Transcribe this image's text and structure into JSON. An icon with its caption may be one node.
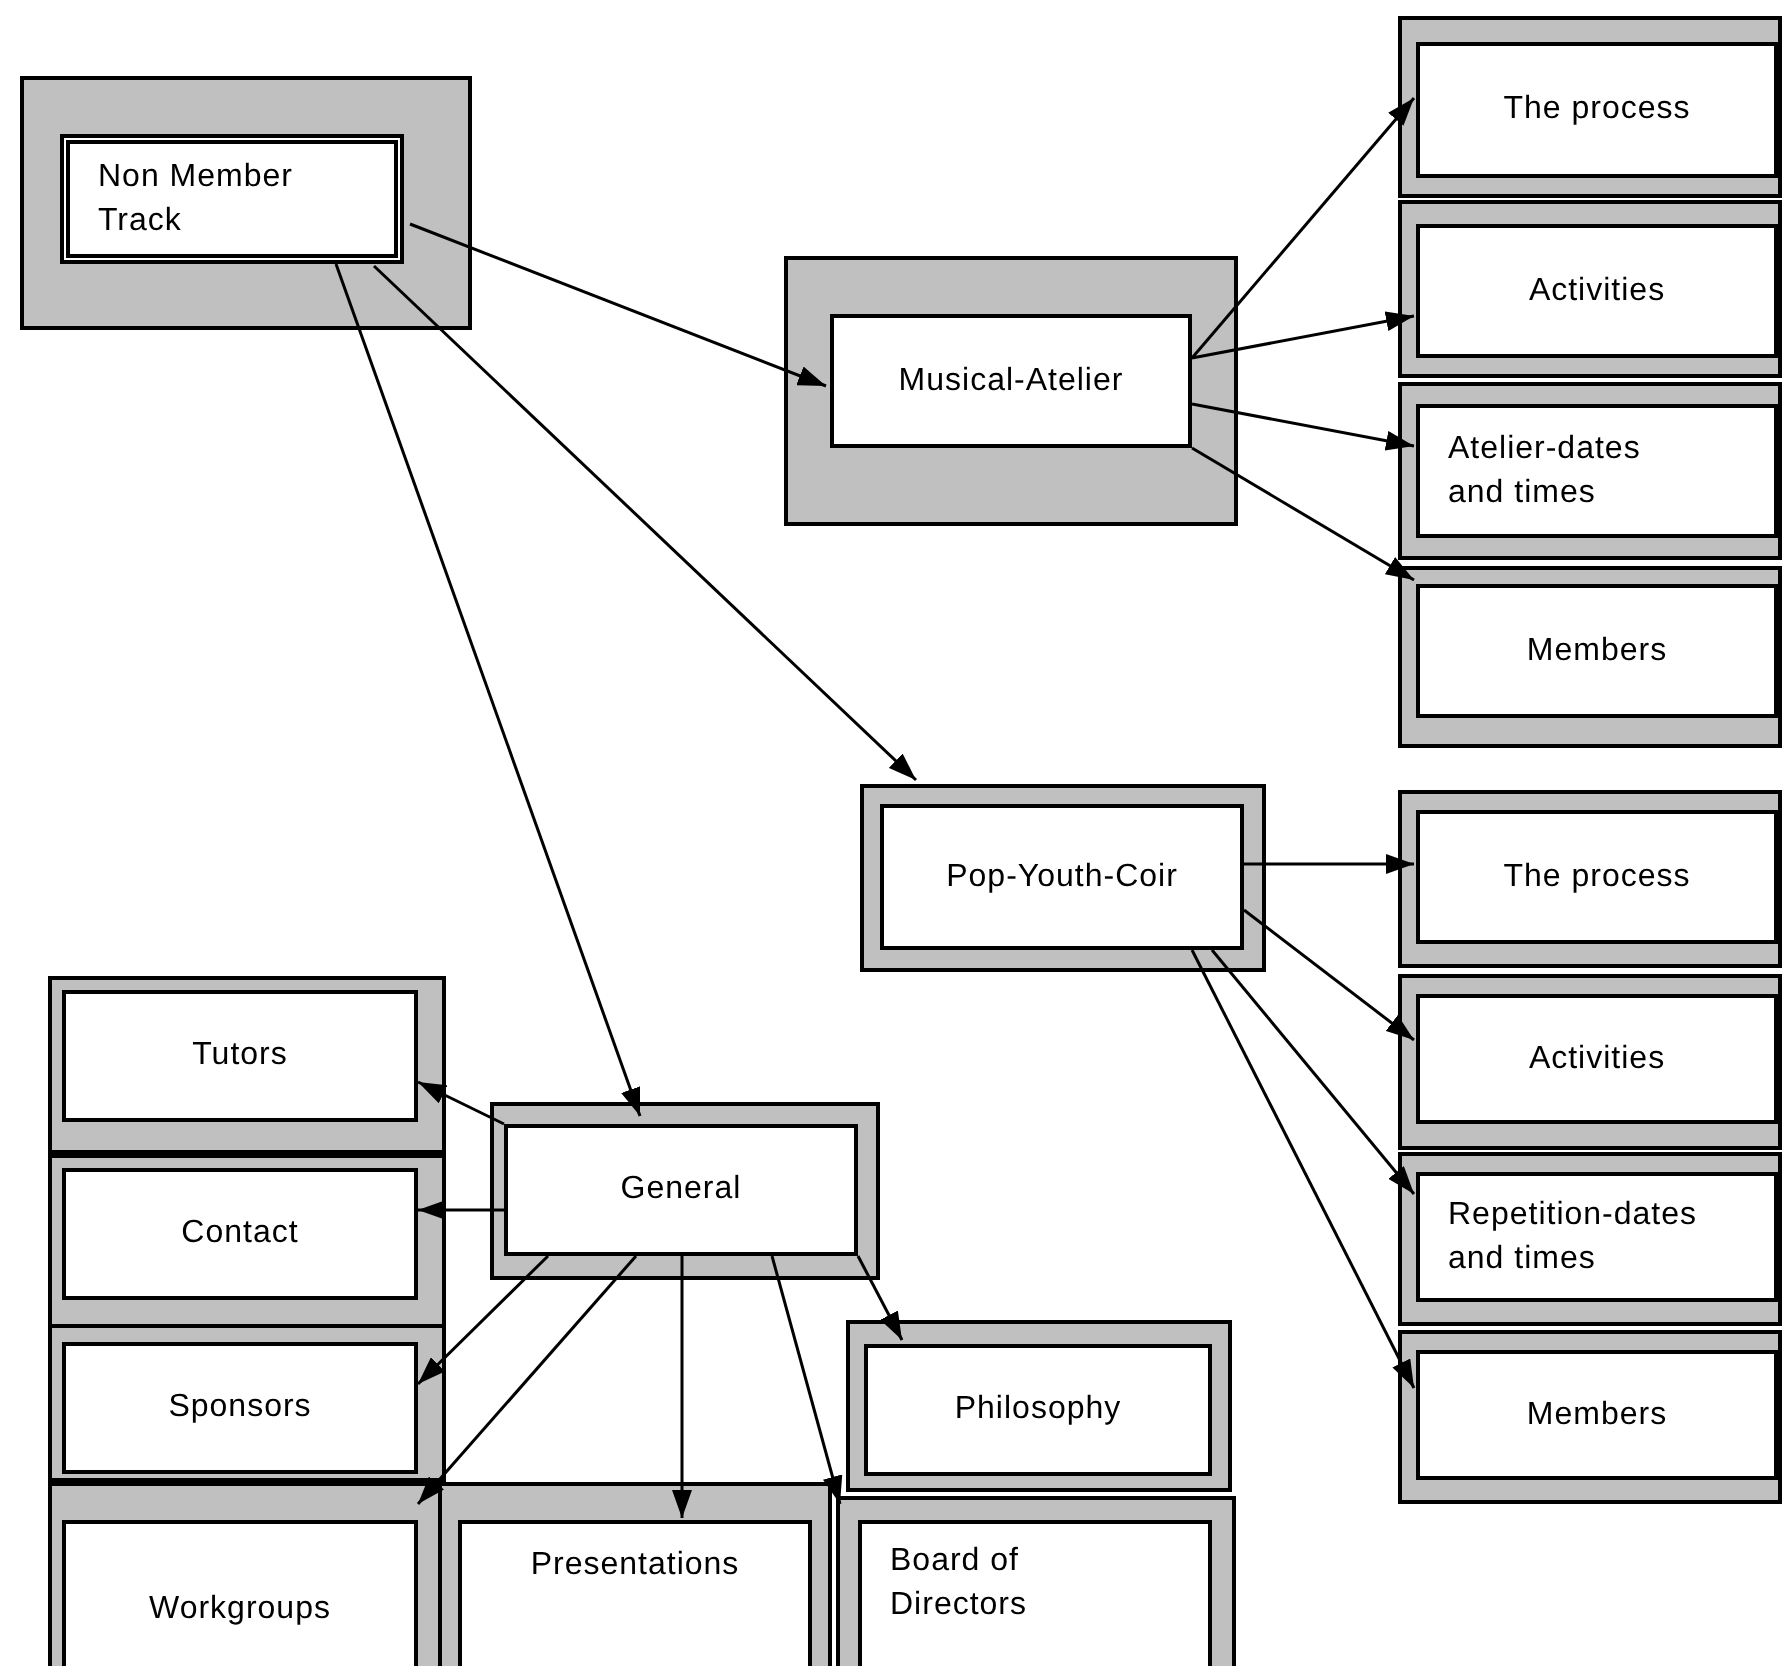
{
  "diagram": {
    "nodes": [
      {
        "text": [
          "Non Member Track"
        ]
      },
      {
        "text": [
          "Musical-Atelier"
        ]
      },
      {
        "text": [
          "The process"
        ]
      },
      {
        "text": [
          "Activities"
        ]
      },
      {
        "text": [
          "Atelier-dates and times"
        ]
      },
      {
        "text": [
          "Members"
        ]
      },
      {
        "text": [
          "Pop-Youth-Coir"
        ]
      },
      {
        "text": [
          "The process"
        ]
      },
      {
        "text": [
          "Activities"
        ]
      },
      {
        "text": [
          "Repetition-dates and times"
        ]
      },
      {
        "text": [
          "Members"
        ]
      },
      {
        "text": [
          "Tutors"
        ]
      },
      {
        "text": [
          "General"
        ]
      },
      {
        "text": [
          "Contact"
        ]
      },
      {
        "text": [
          "Sponsors"
        ]
      },
      {
        "text": [
          "Philosophy"
        ]
      },
      {
        "text": [
          "Workgroups"
        ]
      },
      {
        "text": [
          "Presentations"
        ]
      },
      {
        "text": [
          "Board of Directors"
        ]
      }
    ],
    "edges": [
      {
        "from": 0,
        "to": 1,
        "arrow": "to"
      },
      {
        "from": 0,
        "to": 6,
        "arrow": "to"
      },
      {
        "from": 0,
        "to": 12,
        "arrow": "to"
      },
      {
        "from": 1,
        "to": 2,
        "arrow": "to"
      },
      {
        "from": 1,
        "to": 3,
        "arrow": "to"
      },
      {
        "from": 1,
        "to": 4,
        "arrow": "to"
      },
      {
        "from": 1,
        "to": 5,
        "arrow": "to"
      },
      {
        "from": 6,
        "to": 7,
        "arrow": "to"
      },
      {
        "from": 6,
        "to": 8,
        "arrow": "to"
      },
      {
        "from": 6,
        "to": 9,
        "arrow": "to"
      },
      {
        "from": 6,
        "to": 10,
        "arrow": "to"
      },
      {
        "from": 12,
        "to": 11,
        "arrow": "to"
      },
      {
        "from": 12,
        "to": 13,
        "arrow": "to"
      },
      {
        "from": 12,
        "to": 14,
        "arrow": "to"
      },
      {
        "from": 12,
        "to": 16,
        "arrow": "to"
      },
      {
        "from": 12,
        "to": 17,
        "arrow": "to"
      },
      {
        "from": 12,
        "to": 18,
        "arrow": "to"
      },
      {
        "from": 12,
        "to": 15,
        "arrow": "to"
      }
    ]
  }
}
